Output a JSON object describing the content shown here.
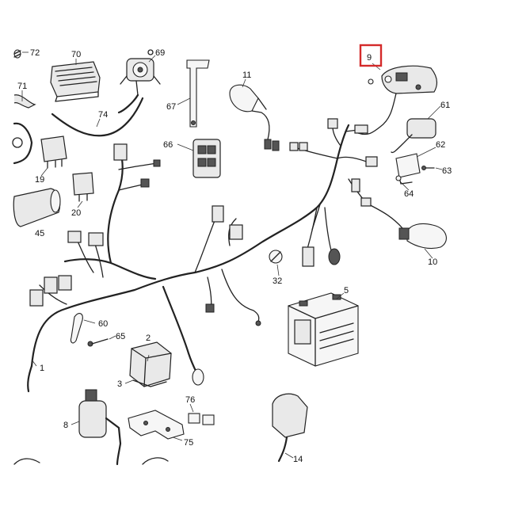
{
  "diagram": {
    "highlight": {
      "part": "9",
      "color": "#d42a2a"
    },
    "parts": [
      {
        "id": "p72",
        "label": "72"
      },
      {
        "id": "p70",
        "label": "70"
      },
      {
        "id": "p69",
        "label": "69"
      },
      {
        "id": "p71",
        "label": "71"
      },
      {
        "id": "p74",
        "label": "74"
      },
      {
        "id": "p67",
        "label": "67"
      },
      {
        "id": "p11",
        "label": "11"
      },
      {
        "id": "p9",
        "label": "9"
      },
      {
        "id": "p61",
        "label": "61"
      },
      {
        "id": "p62",
        "label": "62"
      },
      {
        "id": "p63",
        "label": "63"
      },
      {
        "id": "p64",
        "label": "64"
      },
      {
        "id": "p66",
        "label": "66"
      },
      {
        "id": "p19",
        "label": "19"
      },
      {
        "id": "p20",
        "label": "20"
      },
      {
        "id": "p45",
        "label": "45"
      },
      {
        "id": "p10",
        "label": "10"
      },
      {
        "id": "p32",
        "label": "32"
      },
      {
        "id": "p5",
        "label": "5"
      },
      {
        "id": "p60",
        "label": "60"
      },
      {
        "id": "p65",
        "label": "65"
      },
      {
        "id": "p2",
        "label": "2"
      },
      {
        "id": "p3",
        "label": "3"
      },
      {
        "id": "p1",
        "label": "1"
      },
      {
        "id": "p8",
        "label": "8"
      },
      {
        "id": "p76",
        "label": "76"
      },
      {
        "id": "p75",
        "label": "75"
      },
      {
        "id": "p14",
        "label": "14"
      }
    ]
  }
}
